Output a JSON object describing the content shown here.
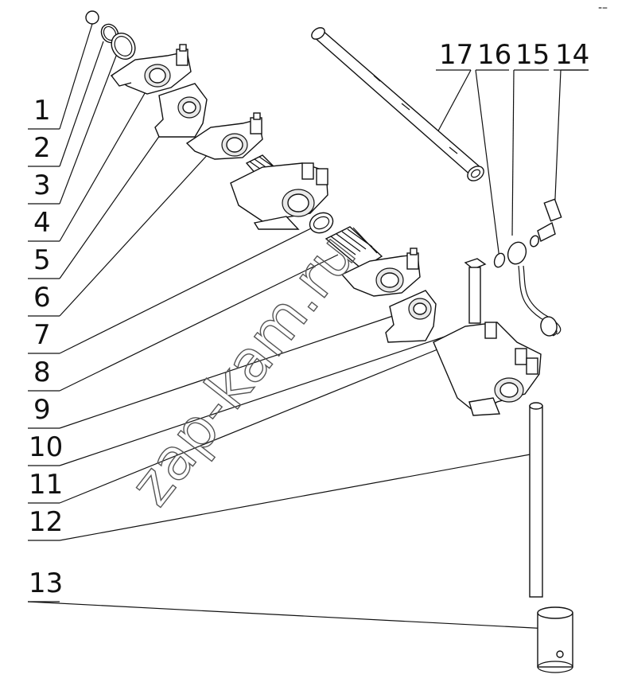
{
  "watermark": "zap-kam.ru",
  "corner_mark": "-–",
  "callouts": {
    "left": [
      "1",
      "2",
      "3",
      "4",
      "5",
      "6",
      "7",
      "8",
      "9",
      "10",
      "11",
      "12",
      "13"
    ],
    "top": [
      "17",
      "16",
      "15",
      "14"
    ]
  },
  "colors": {
    "line": "#111111",
    "watermark": "#555555",
    "background": "#ffffff"
  }
}
